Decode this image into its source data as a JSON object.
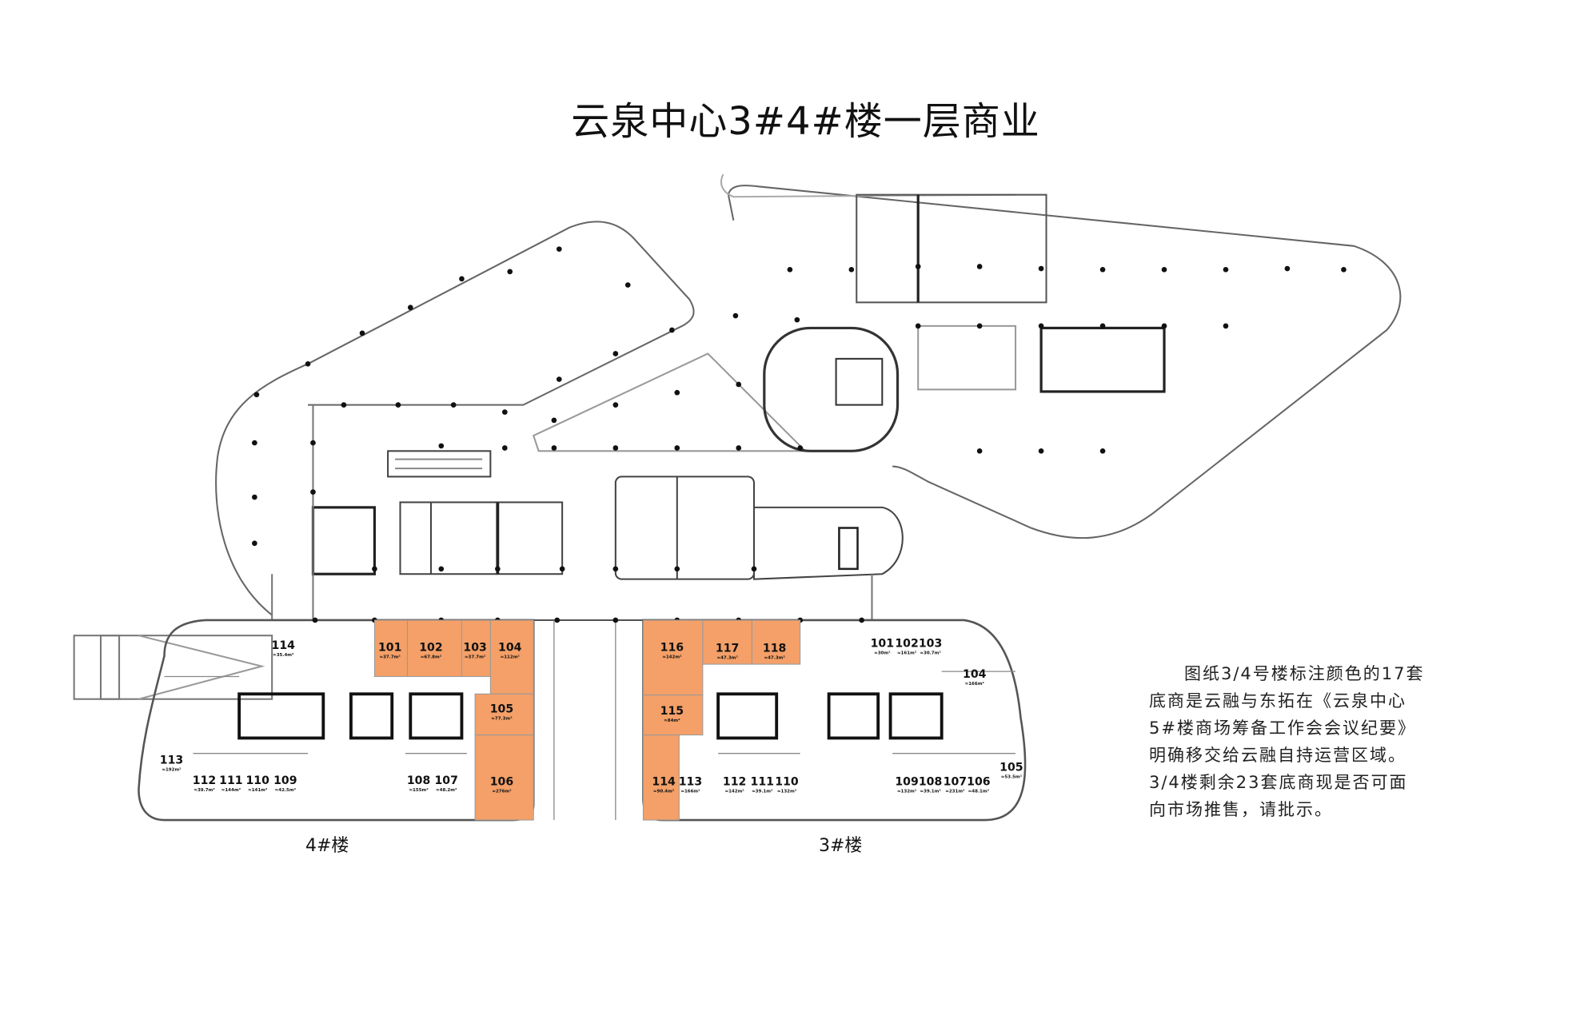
{
  "title": "云泉中心3#4#楼一层商业",
  "building_labels": {
    "b4": "4#楼",
    "b3": "3#楼"
  },
  "note_lines": [
    "图纸3/4号楼标注颜色的17套",
    "底商是云融与东拓在《云泉中心",
    "5#楼商场筹备工作会会议纪要》",
    "明确移交给云融自持运营区域。",
    "3/4楼剩余23套底商现是否可面",
    "向市场推售，请批示。"
  ],
  "colors": {
    "highlight": "#F4A068",
    "wall": "#111111",
    "line": "#777777"
  },
  "units": [
    {
      "building": "4#",
      "number": "114",
      "area": "≈35.4m²",
      "highlighted": false
    },
    {
      "building": "4#",
      "number": "113",
      "area": "≈192m²",
      "highlighted": false
    },
    {
      "building": "4#",
      "number": "112",
      "area": "≈39.7m²",
      "highlighted": false
    },
    {
      "building": "4#",
      "number": "111",
      "area": "≈144m²",
      "highlighted": false
    },
    {
      "building": "4#",
      "number": "110",
      "area": "≈141m²",
      "highlighted": false
    },
    {
      "building": "4#",
      "number": "109",
      "area": "≈42.5m²",
      "highlighted": false
    },
    {
      "building": "4#",
      "number": "108",
      "area": "≈155m²",
      "highlighted": false
    },
    {
      "building": "4#",
      "number": "107",
      "area": "≈48.2m²",
      "highlighted": false
    },
    {
      "building": "4#",
      "number": "101",
      "area": "≈37.7m²",
      "highlighted": true
    },
    {
      "building": "4#",
      "number": "102",
      "area": "≈67.8m²",
      "highlighted": true
    },
    {
      "building": "4#",
      "number": "103",
      "area": "≈37.7m²",
      "highlighted": true
    },
    {
      "building": "4#",
      "number": "104",
      "area": "≈112m²",
      "highlighted": true
    },
    {
      "building": "4#",
      "number": "105",
      "area": "≈77.3m²",
      "highlighted": true
    },
    {
      "building": "4#",
      "number": "106",
      "area": "≈276m²",
      "highlighted": true
    },
    {
      "building": "3#",
      "number": "116",
      "area": "≈142m²",
      "highlighted": true
    },
    {
      "building": "3#",
      "number": "117",
      "area": "≈47.3m²",
      "highlighted": true
    },
    {
      "building": "3#",
      "number": "118",
      "area": "≈47.3m²",
      "highlighted": true
    },
    {
      "building": "3#",
      "number": "115",
      "area": "≈84m²",
      "highlighted": true
    },
    {
      "building": "3#",
      "number": "114",
      "area": "≈90.4m²",
      "highlighted": true
    },
    {
      "building": "3#",
      "number": "113",
      "area": "≈166m²",
      "highlighted": false
    },
    {
      "building": "3#",
      "number": "112",
      "area": "≈142m²",
      "highlighted": false
    },
    {
      "building": "3#",
      "number": "111",
      "area": "≈39.1m²",
      "highlighted": false
    },
    {
      "building": "3#",
      "number": "110",
      "area": "≈132m²",
      "highlighted": false
    },
    {
      "building": "3#",
      "number": "101",
      "area": "≈30m²",
      "highlighted": false
    },
    {
      "building": "3#",
      "number": "102",
      "area": "≈161m²",
      "highlighted": false
    },
    {
      "building": "3#",
      "number": "103",
      "area": "≈30.7m²",
      "highlighted": false
    },
    {
      "building": "3#",
      "number": "104",
      "area": "≈166m²",
      "highlighted": false
    },
    {
      "building": "3#",
      "number": "105",
      "area": "≈53.5m²",
      "highlighted": false
    },
    {
      "building": "3#",
      "number": "109",
      "area": "≈132m²",
      "highlighted": false
    },
    {
      "building": "3#",
      "number": "108",
      "area": "≈39.1m²",
      "highlighted": false
    },
    {
      "building": "3#",
      "number": "107",
      "area": "≈231m²",
      "highlighted": false
    },
    {
      "building": "3#",
      "number": "106",
      "area": "≈48.1m²",
      "highlighted": false
    }
  ]
}
